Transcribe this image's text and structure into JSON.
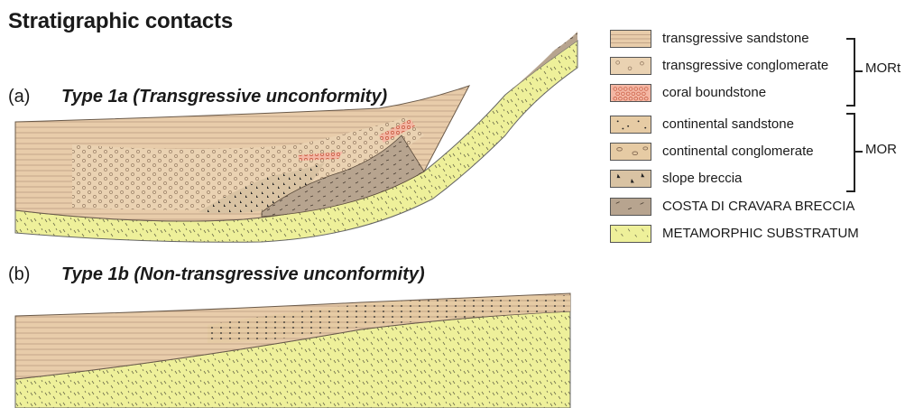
{
  "title": "Stratigraphic contacts",
  "panels": [
    {
      "letter": "(a)",
      "title": "Type 1a (Transgressive unconformity)"
    },
    {
      "letter": "(b)",
      "title": "Type 1b (Non-transgressive unconformity)"
    }
  ],
  "legend": {
    "items": [
      {
        "label": "transgressive sandstone",
        "pattern": "transgressive-sandstone",
        "color": "#e8ccaa"
      },
      {
        "label": "transgressive conglomerate",
        "pattern": "transgressive-conglomerate",
        "color": "#ead2b2"
      },
      {
        "label": "coral boundstone",
        "pattern": "coral-boundstone",
        "color": "#f4b7a4"
      },
      {
        "label": "continental sandstone",
        "pattern": "continental-sandstone",
        "color": "#e6cba4"
      },
      {
        "label": "continental conglomerate",
        "pattern": "continental-conglomerate",
        "color": "#e6cba4"
      },
      {
        "label": "slope breccia",
        "pattern": "slope-breccia",
        "color": "#e6cba4"
      },
      {
        "label": "COSTA DI CRAVARA BRECCIA",
        "pattern": "costa-di-cravara-breccia",
        "color": "#b7a48f"
      },
      {
        "label": "METAMORPHIC SUBSTRATUM",
        "pattern": "metamorphic-substratum",
        "color": "#eef09a"
      }
    ],
    "groups": [
      {
        "label": "MORt"
      },
      {
        "label": "MOR"
      }
    ]
  },
  "colors": {
    "sand": "#e8ccaa",
    "conglomerate": "#ead2b2",
    "coral": "#f4b7a4",
    "breccia": "#b7a48f",
    "substratum": "#eef09a",
    "slope": "#d9c3a3"
  }
}
